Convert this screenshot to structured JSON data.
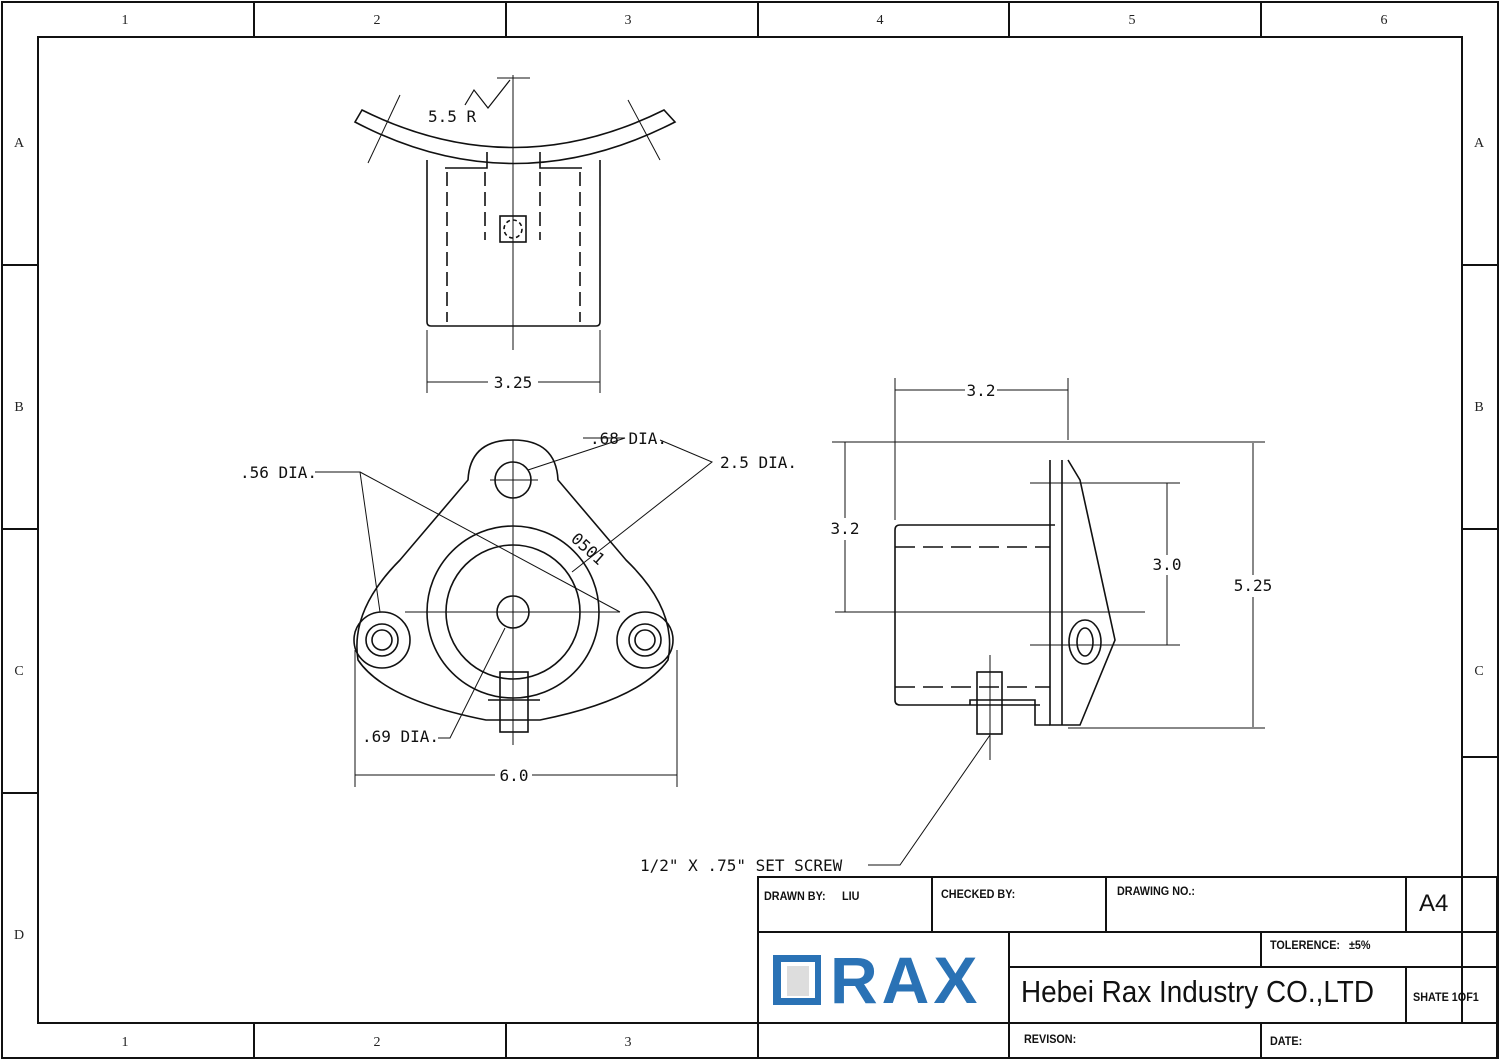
{
  "frame": {
    "columns": [
      "1",
      "2",
      "3",
      "4",
      "5",
      "6"
    ],
    "rows": [
      "A",
      "B",
      "C",
      "D"
    ],
    "bottom_columns": [
      "1",
      "2",
      "3"
    ]
  },
  "drawing": {
    "top_view": {
      "radius_label": "5.5 R",
      "width_dim": "3.25"
    },
    "bottom_view": {
      "hole_top": ".68 DIA.",
      "bore": "2.5 DIA.",
      "bolt_holes": ".56 DIA.",
      "part_number": "0501",
      "center_hole": ".69 DIA.",
      "width_dim": "6.0"
    },
    "side_view": {
      "width_dim": "3.2",
      "height_dim": "3.2",
      "hole_spacing_dim": "3.0",
      "overall_height_dim": "5.25"
    },
    "set_screw_note": "1/2\" X .75\" SET SCREW"
  },
  "title_block": {
    "drawn_by_label": "DRAWN BY:",
    "drawn_by": "LIU",
    "checked_by_label": "CHECKED BY:",
    "drawing_no_label": "DRAWING NO.:",
    "size": "A4",
    "logo_text": "RAX",
    "tolerance_label": "TOLERENCE:",
    "tolerance": "±5%",
    "company": "Hebei Rax Industry CO.,LTD",
    "sheet": "SHATE 1OF1",
    "revision_label": "REVISON:",
    "date_label": "DATE:",
    "brand_color": "#2a72b5"
  }
}
